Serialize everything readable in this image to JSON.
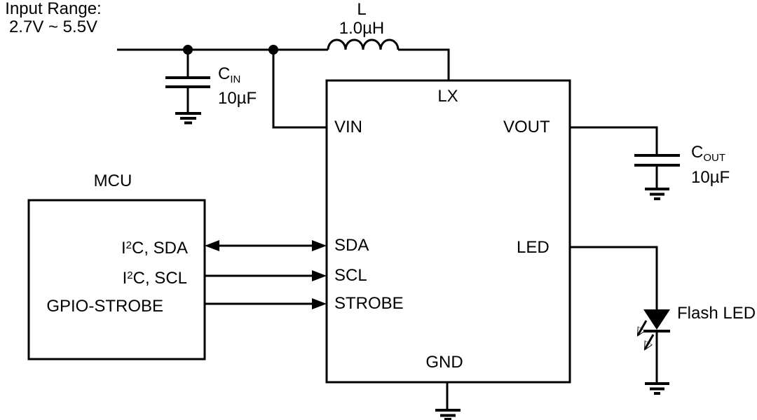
{
  "colors": {
    "line": "#000000",
    "background": "#ffffff",
    "text": "#000000"
  },
  "input": {
    "label_line1": "Input Range:",
    "label_line2": "2.7V ~ 5.5V"
  },
  "inductor": {
    "name": "L",
    "value": "1.0µH"
  },
  "cin": {
    "name": "C",
    "sub": "IN",
    "value": "10µF"
  },
  "cout": {
    "name": "C",
    "sub": "OUT",
    "value": "10µF"
  },
  "mcu": {
    "title": "MCU",
    "signals": [
      {
        "pre": "I",
        "sup": "2",
        "post": "C, SDA"
      },
      {
        "pre": "I",
        "sup": "2",
        "post": "C, SCL"
      },
      {
        "pre": "GPIO-STROBE",
        "sup": "",
        "post": ""
      }
    ]
  },
  "ic": {
    "pins": {
      "lx": "LX",
      "vin": "VIN",
      "vout": "VOUT",
      "sda": "SDA",
      "scl": "SCL",
      "strobe": "STROBE",
      "led": "LED",
      "gnd": "GND"
    }
  },
  "flash_led": {
    "label": "Flash LED"
  }
}
